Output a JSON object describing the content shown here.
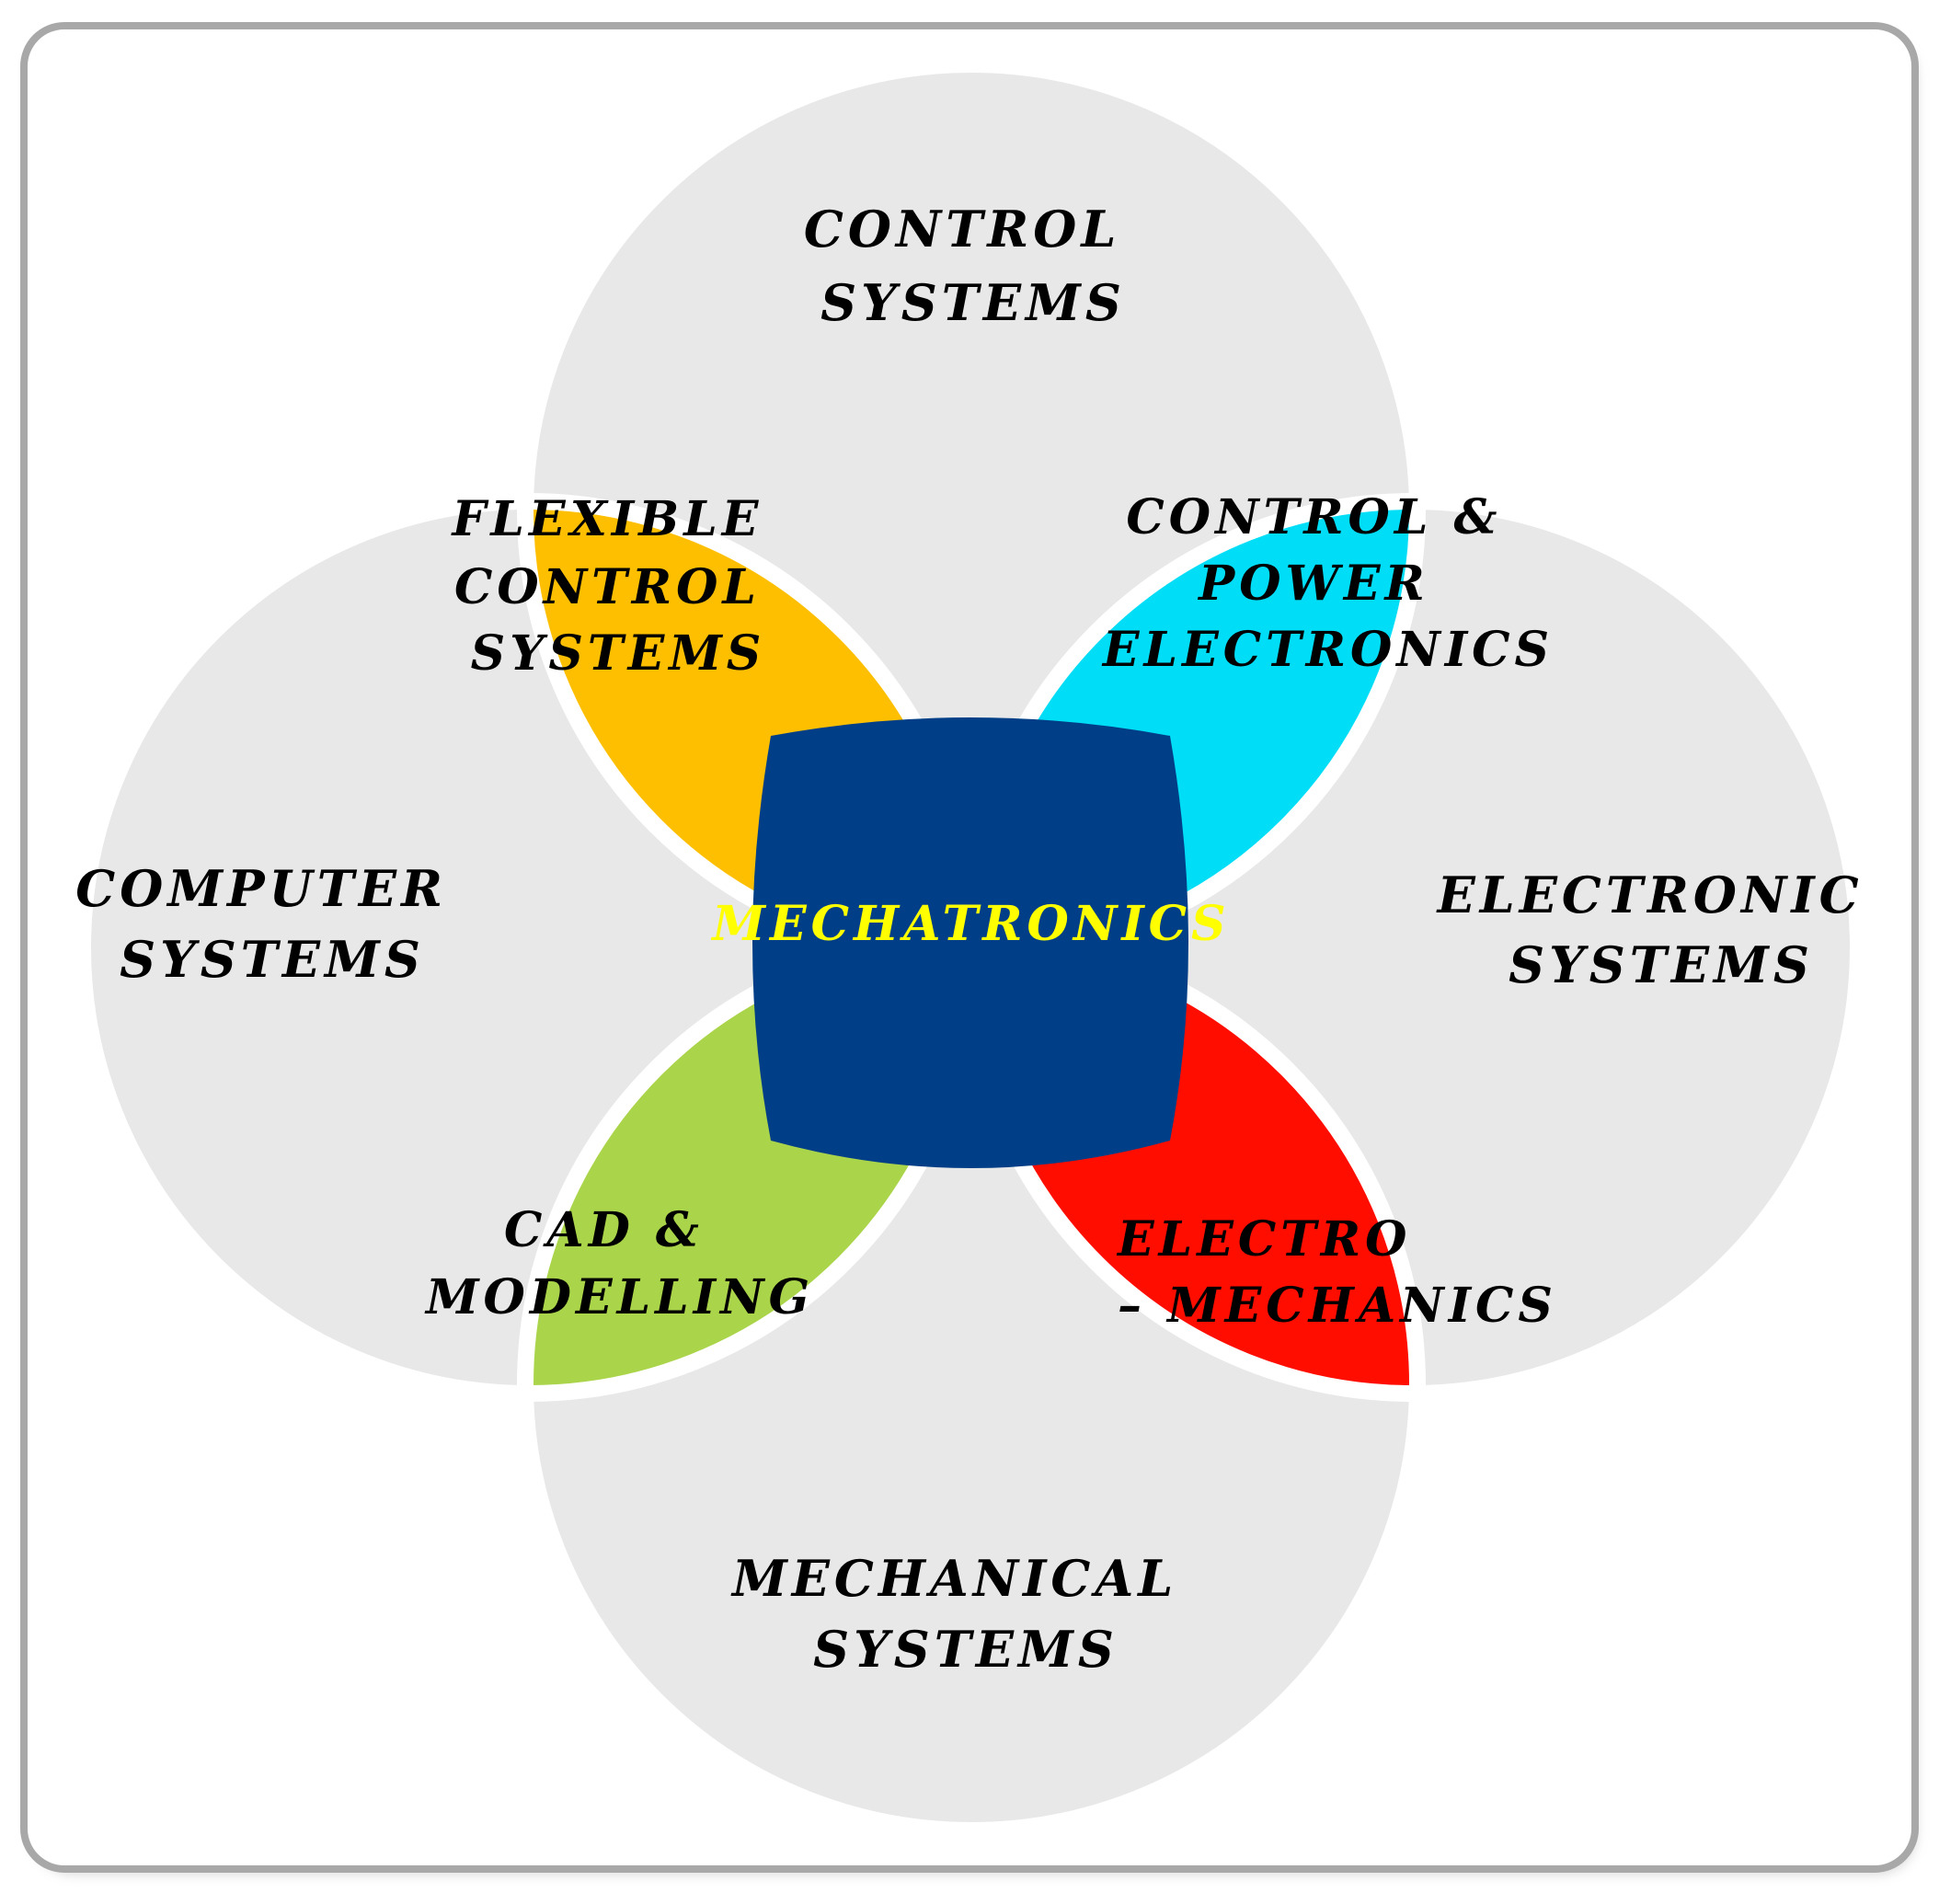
{
  "diagram": {
    "outer_circles": [
      {
        "key": "top",
        "lines": [
          "CONTROL",
          "SYSTEMS"
        ]
      },
      {
        "key": "left",
        "lines": [
          "COMPUTER",
          "SYSTEMS"
        ]
      },
      {
        "key": "right",
        "lines": [
          "ELECTRONIC",
          "SYSTEMS"
        ]
      },
      {
        "key": "bottom",
        "lines": [
          "MECHANICAL",
          "SYSTEMS"
        ]
      }
    ],
    "overlaps": [
      {
        "key": "top-left",
        "lines": [
          "FLEXIBLE",
          "CONTROL",
          "SYSTEMS"
        ],
        "color": "#FDBF00"
      },
      {
        "key": "top-right",
        "lines": [
          "CONTROL &",
          "POWER",
          "ELECTRONICS"
        ],
        "color": "#00DDF6"
      },
      {
        "key": "bottom-left",
        "lines": [
          "CAD &",
          "MODELLING"
        ],
        "color": "#AAD54A"
      },
      {
        "key": "bottom-right",
        "lines": [
          "ELECTRO",
          "– MECHANICS"
        ],
        "color": "#FF0E00"
      }
    ],
    "center": {
      "label": "MECHATRONICS",
      "fill": "#003F87",
      "text_color": "#FFFF00"
    },
    "colors": {
      "circle_fill": "#E8E8E8",
      "separator": "#FFFFFF",
      "frame_border": "#A8A8A8",
      "label_text": "#000000"
    }
  }
}
